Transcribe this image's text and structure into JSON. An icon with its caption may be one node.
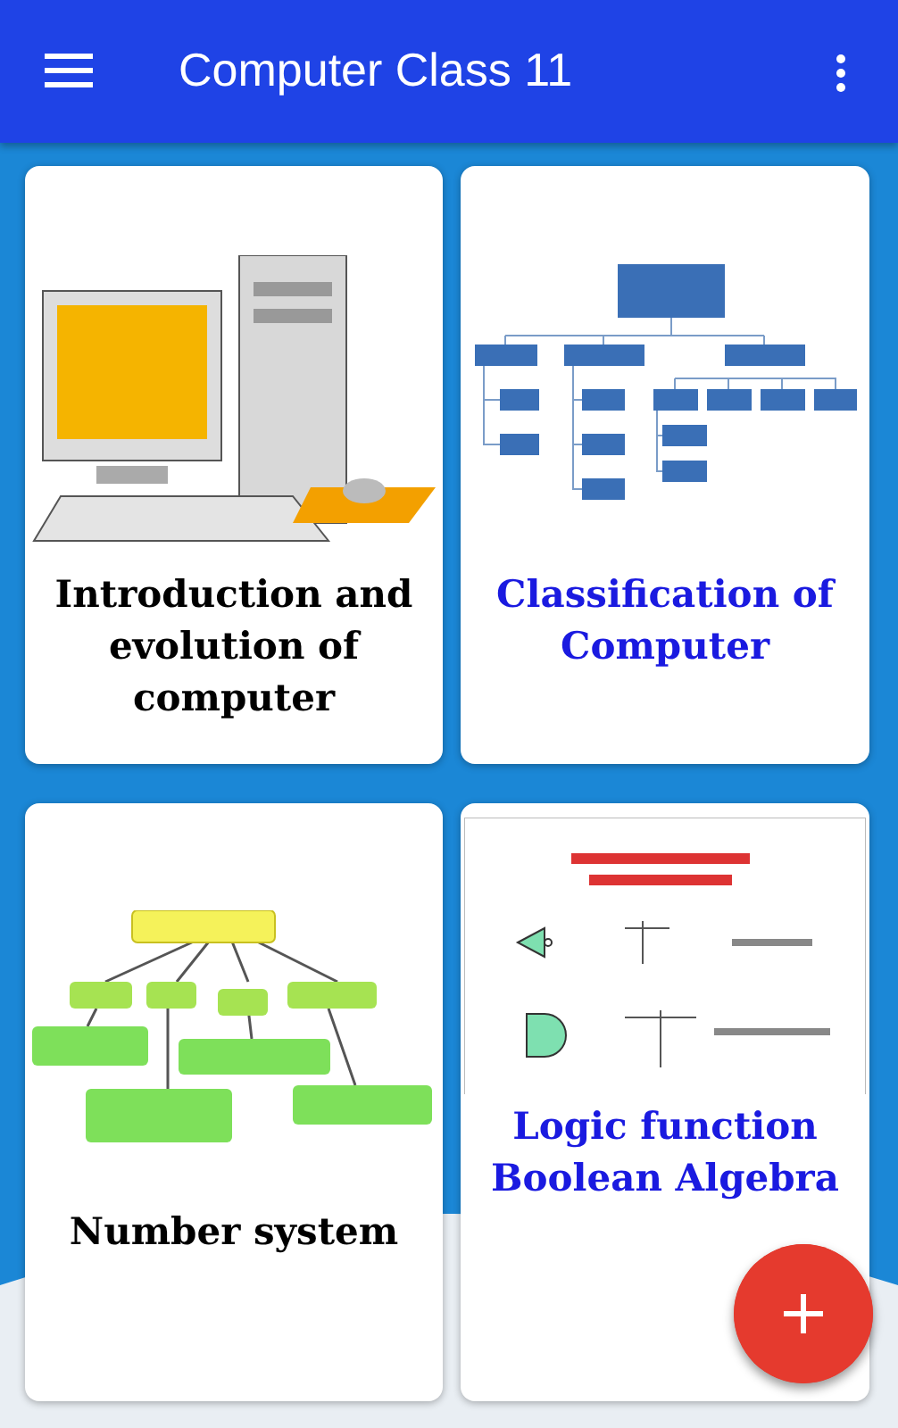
{
  "diagram": {
    "title": "Computer Class 11",
    "nodes": [
      {
        "text": [
          "Introduction and evolution of computer"
        ]
      },
      {
        "text": [
          "Classification of Computer"
        ]
      },
      {
        "text": [
          "Number system"
        ]
      },
      {
        "text": [
          "Logic function Boolean Algebra"
        ]
      },
      {
        "text": [],
        "shape": "picture",
        "in": 0
      },
      {
        "text": [],
        "shape": "picture",
        "in": 1
      },
      {
        "text": [],
        "shape": "picture",
        "in": 2
      },
      {
        "text": [],
        "shape": "picture",
        "in": 3
      }
    ]
  }
}
